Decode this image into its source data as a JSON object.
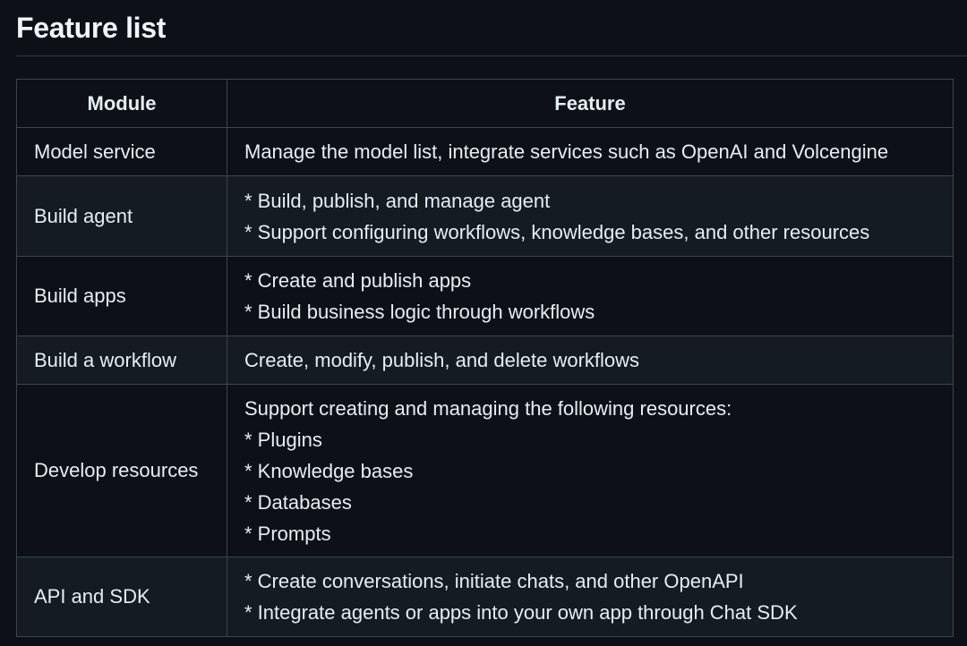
{
  "page": {
    "title": "Feature list"
  },
  "table": {
    "headers": {
      "module": "Module",
      "feature": "Feature"
    },
    "rows": [
      {
        "module": "Model service",
        "lines": [
          "Manage the model list, integrate services such as OpenAI and Volcengine"
        ]
      },
      {
        "module": "Build agent",
        "lines": [
          "* Build, publish, and manage agent",
          "* Support configuring workflows, knowledge bases, and other resources"
        ]
      },
      {
        "module": "Build apps",
        "lines": [
          "* Create and publish apps",
          "* Build business logic through workflows"
        ]
      },
      {
        "module": "Build a workflow",
        "lines": [
          "Create, modify, publish, and delete workflows"
        ]
      },
      {
        "module": "Develop resources",
        "lines": [
          "Support creating and managing the following resources:",
          "* Plugins",
          "* Knowledge bases",
          "* Databases",
          "* Prompts"
        ]
      },
      {
        "module": "API and SDK",
        "lines": [
          "* Create conversations, initiate chats, and other OpenAPI",
          "* Integrate agents or apps into your own app through Chat SDK"
        ]
      }
    ]
  },
  "colors": {
    "background": "#0d1117",
    "row_alt": "#151b23",
    "border": "#3d444d",
    "text": "#e6edf3"
  }
}
